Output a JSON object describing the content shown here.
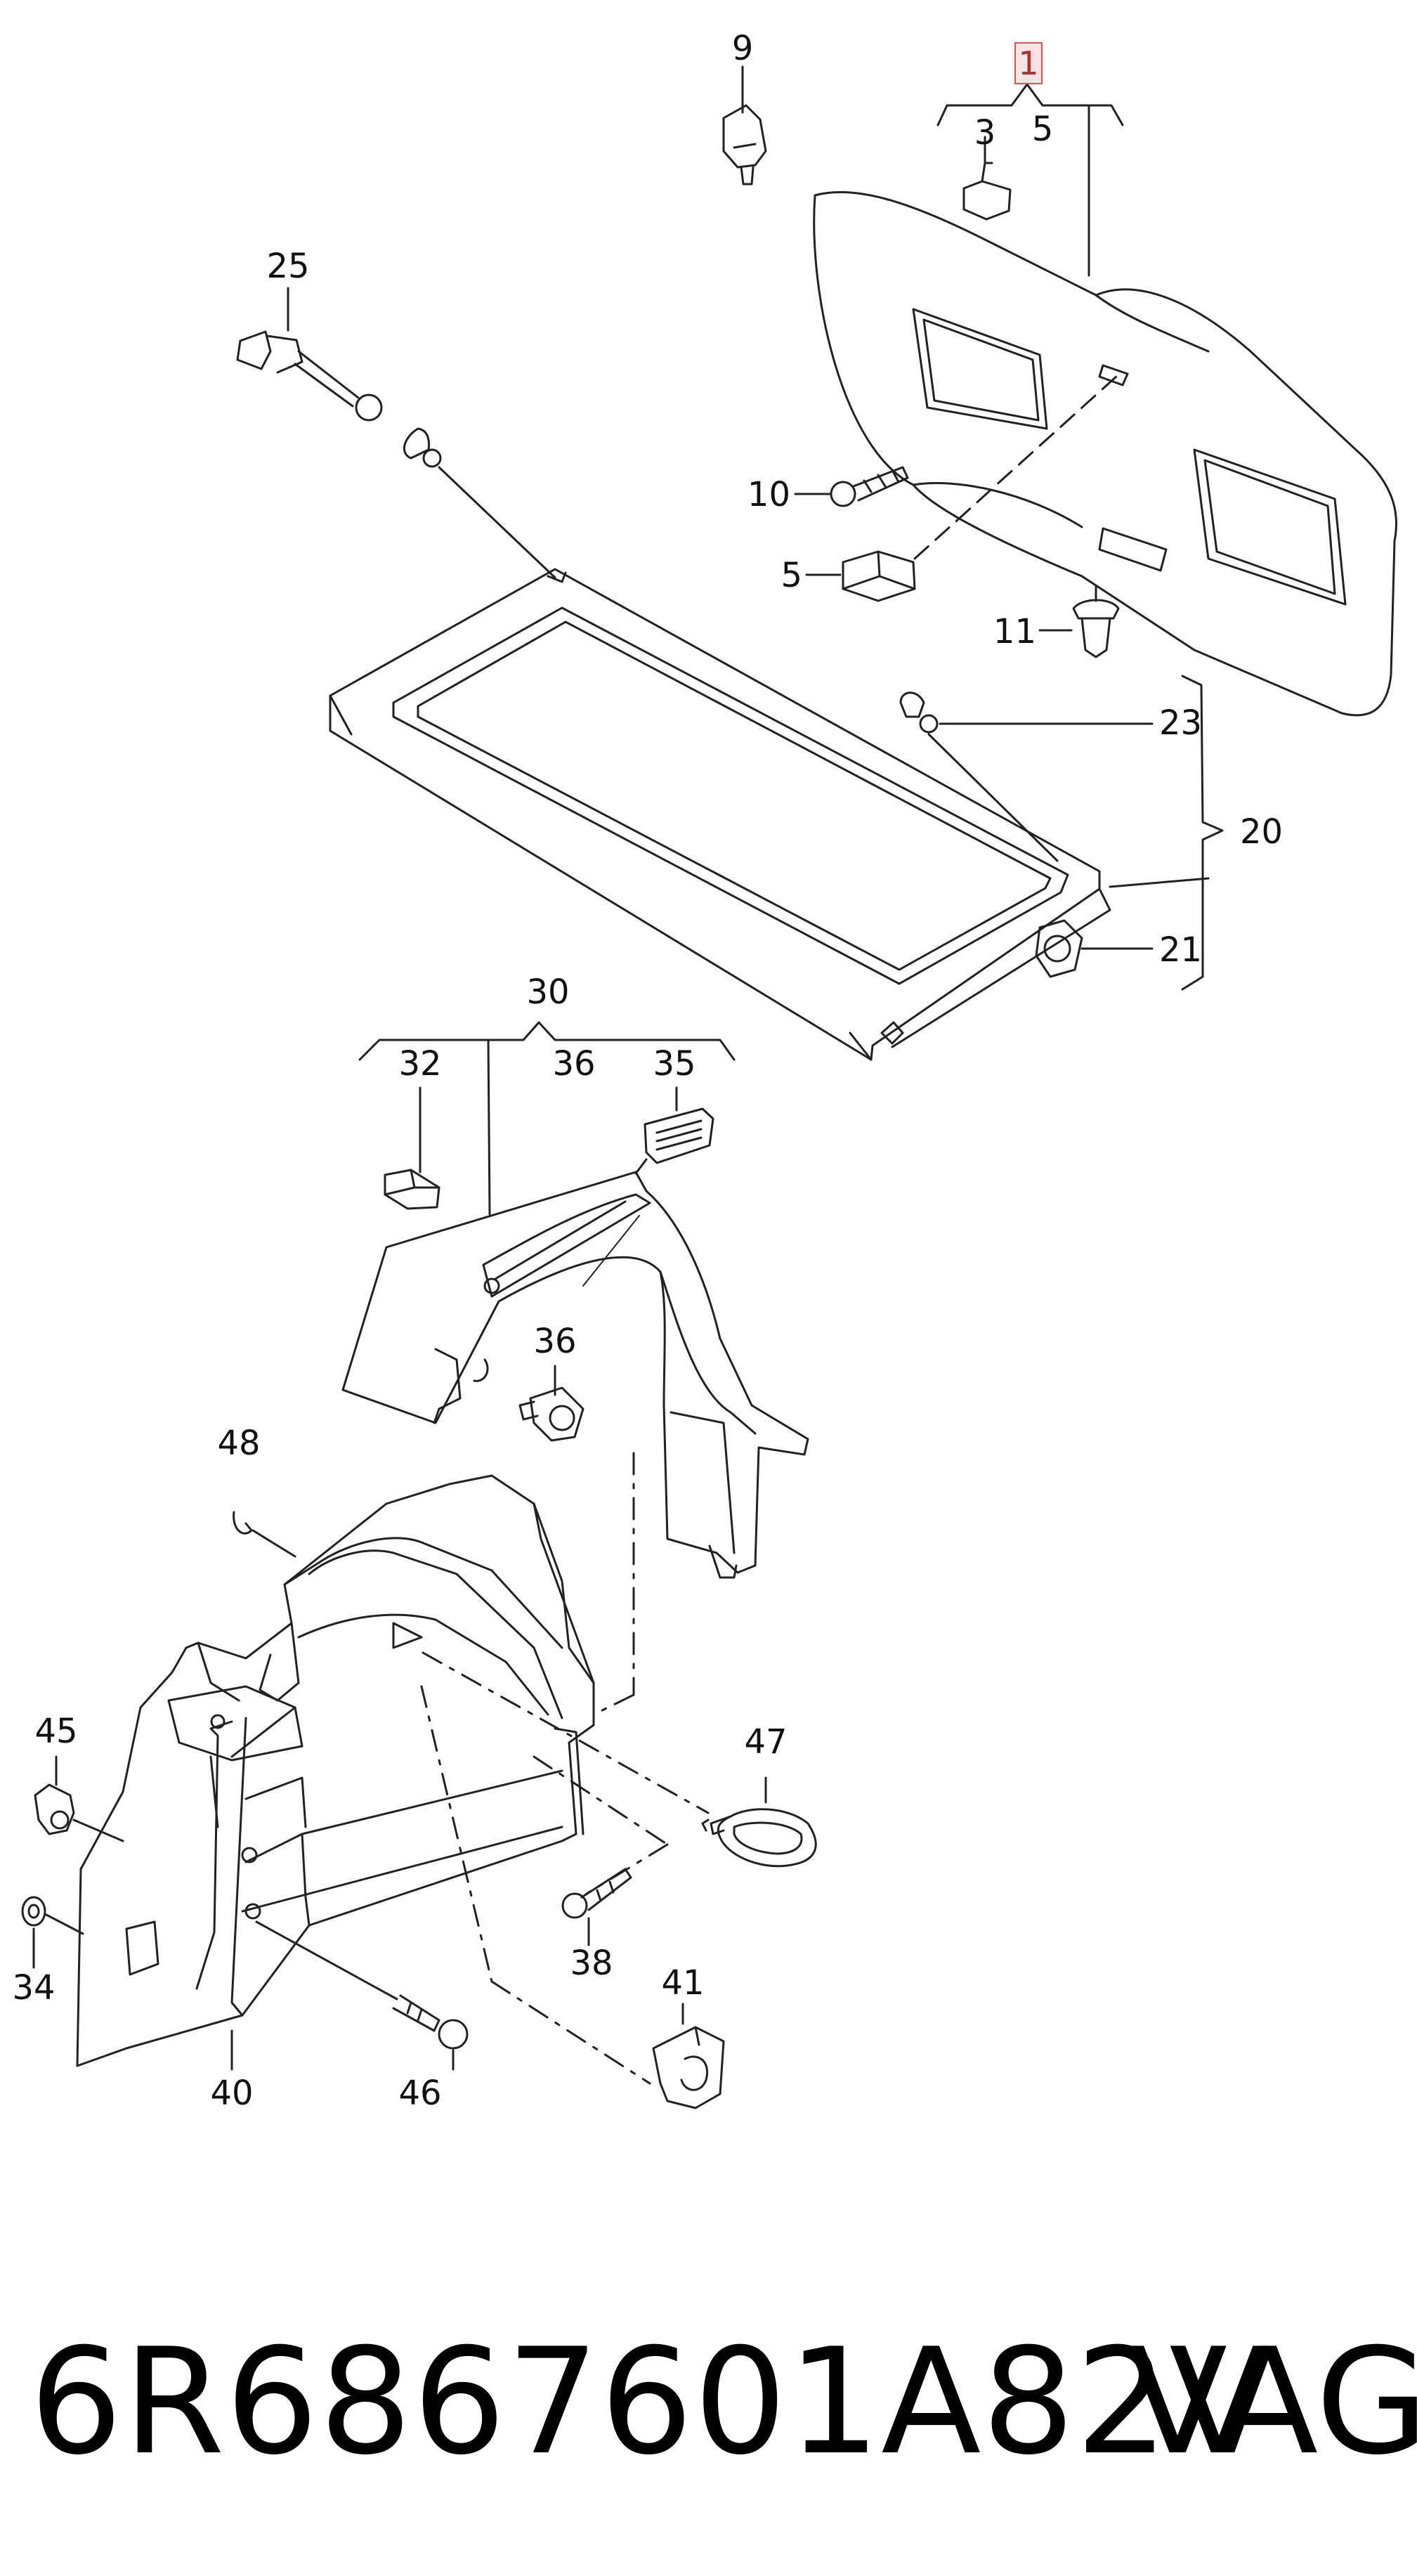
{
  "callouts": {
    "p1": "1",
    "p3": "3",
    "p5a": "5",
    "p9": "9",
    "p25": "25",
    "p10": "10",
    "p5b": "5",
    "p11": "11",
    "p23": "23",
    "p20": "20",
    "p21": "21",
    "p30": "30",
    "p32": "32",
    "p36a": "36",
    "p35": "35",
    "p36b": "36",
    "p48": "48",
    "p45": "45",
    "p47": "47",
    "p38": "38",
    "p34": "34",
    "p41": "41",
    "p40": "40",
    "p46": "46"
  },
  "footer": {
    "part_number": "6R6867601A82V",
    "brand": "VAG"
  },
  "colors": {
    "line": "#222222",
    "fill": "#ffffff",
    "highlight_border": "#d9534f",
    "highlight_fill": "#fbe3e3"
  }
}
